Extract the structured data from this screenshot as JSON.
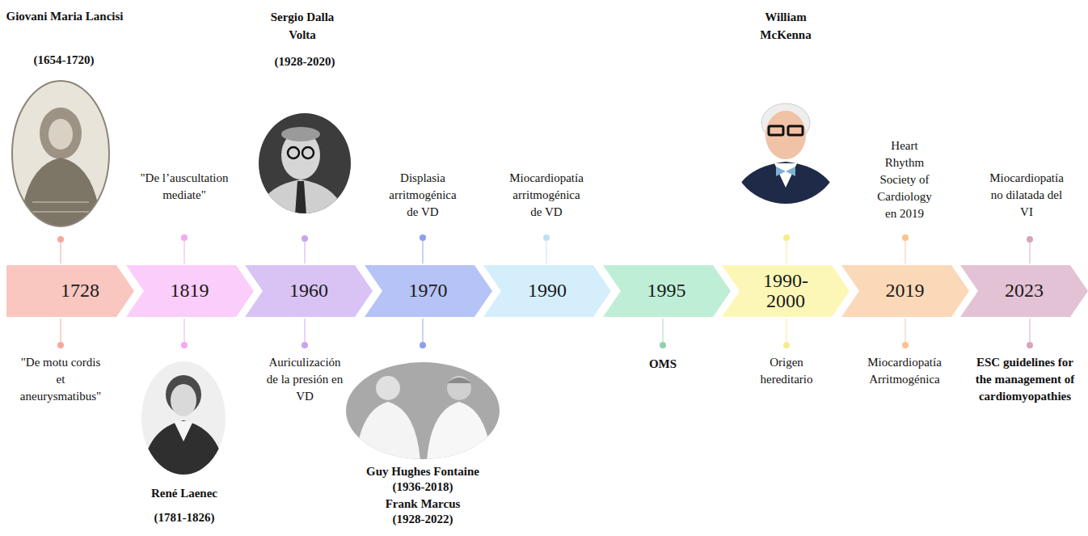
{
  "diagram": {
    "nodes": [
      {
        "text": [
          "1728"
        ]
      },
      {
        "text": [
          "1819"
        ]
      },
      {
        "text": [
          "1960"
        ]
      },
      {
        "text": [
          "1970"
        ]
      },
      {
        "text": [
          "1990"
        ]
      },
      {
        "text": [
          "1995"
        ]
      },
      {
        "text": [
          "1990-2000"
        ]
      },
      {
        "text": [
          "2019"
        ]
      },
      {
        "text": [
          "2023"
        ]
      }
    ],
    "labels": [
      "Giovani Maria Lancisi",
      "(1654-1720)",
      "\"De motu cordis et aneurysmatibus\"",
      "\"De l’auscultation mediate\"",
      "René Laenec",
      "(1781-1826)",
      "Sergio Dalla Volta",
      "(1928-2020)",
      "Auriculización de la presión en VD",
      "Displasia arritmogénica de VD",
      "Guy Hughes Fontaine",
      "(1936-2018)",
      "Frank Marcus",
      "(1928-2022)",
      "Miocardiopatía arritmogénica de VD",
      "OMS",
      "William McKenna",
      "Origen hereditario",
      "Heart Rhythm Society of Cardiology en 2019",
      "Miocardiopatía Arritmogénica",
      "Miocardiopatía no dilatada del VI",
      "ESC guidelines for the management of cardiomyopathies"
    ]
  }
}
